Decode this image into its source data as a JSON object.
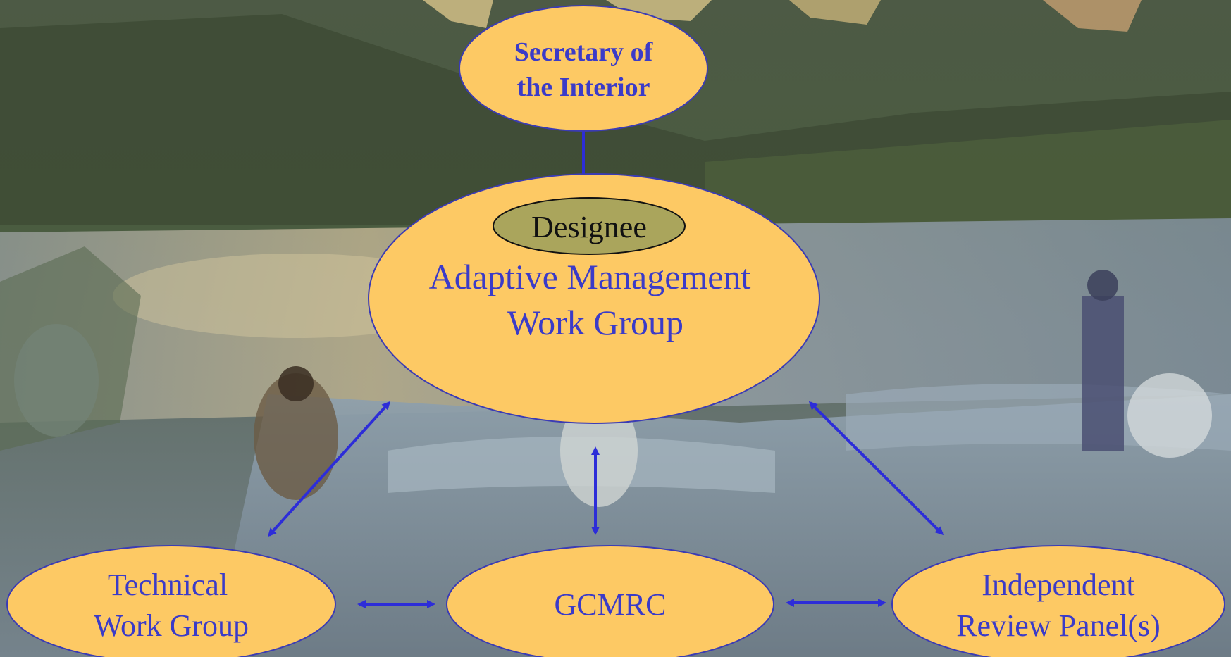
{
  "colors": {
    "node_fill": "#fdc964",
    "node_stroke": "#3b3bb4",
    "node_text": "#3b3bc8",
    "designee_fill": "#aaa55c",
    "designee_text": "#111111",
    "arrow": "#2d2dd8",
    "connector": "#2d2dd8"
  },
  "nodes": {
    "secretary": {
      "line1": "Secretary of",
      "line2": "the Interior"
    },
    "designee": {
      "label": "Designee"
    },
    "amwg": {
      "line1": "Adaptive Management",
      "line2": "Work Group"
    },
    "twg": {
      "line1": "Technical",
      "line2": "Work Group"
    },
    "gcmrc": {
      "label": "GCMRC"
    },
    "irp": {
      "line1": "Independent",
      "line2": "Review Panel(s)"
    }
  },
  "arrows": [
    {
      "from": "amwg",
      "to": "twg",
      "type": "bidirectional"
    },
    {
      "from": "amwg",
      "to": "gcmrc",
      "type": "bidirectional"
    },
    {
      "from": "amwg",
      "to": "irp",
      "type": "bidirectional"
    },
    {
      "from": "twg",
      "to": "gcmrc",
      "type": "bidirectional"
    },
    {
      "from": "gcmrc",
      "to": "irp",
      "type": "bidirectional"
    },
    {
      "from": "secretary",
      "to": "amwg",
      "type": "line"
    }
  ],
  "background": {
    "description_icon": "river-photo-background"
  }
}
